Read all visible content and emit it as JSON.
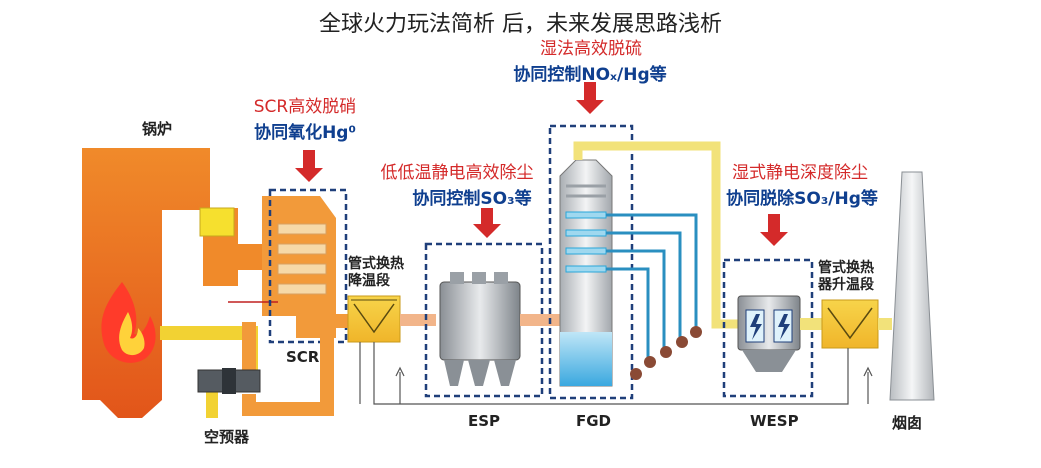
{
  "title": "全球火力玩法简析 后，未来发展思路浅析",
  "labels": {
    "boiler": "锅炉",
    "air_preheater": "空预器",
    "scr": "SCR",
    "esp": "ESP",
    "fgd": "FGD",
    "wesp": "WESP",
    "chimney": "烟囱",
    "hx_cool": "管式换热\n降温段",
    "hx_heat": "管式换热\n器升温段"
  },
  "annotations": {
    "scr_red": "SCR高效脱硝",
    "scr_blue": "协同氧化Hg⁰",
    "esp_red": "低低温静电高效除尘",
    "esp_blue": "协同控制SO₃等",
    "fgd_red": "湿法高效脱硫",
    "fgd_blue": "协同控制NOₓ/Hg等",
    "wesp_red": "湿式静电深度除尘",
    "wesp_blue": "协同脱除SO₃/Hg等"
  },
  "colors": {
    "boiler": "#e8731e",
    "duct_orange": "#f29a3a",
    "duct_yellow": "#f2d233",
    "annotation_red": "#d42a2a",
    "annotation_blue": "#0f3f8f",
    "dashed_box": "#1f3f7a",
    "fgd_spray": "#2aa6d8",
    "pipe_blue": "#2a8fc0"
  },
  "icons": [
    "flame-icon",
    "arrow-down-icon",
    "lightning-icon"
  ]
}
